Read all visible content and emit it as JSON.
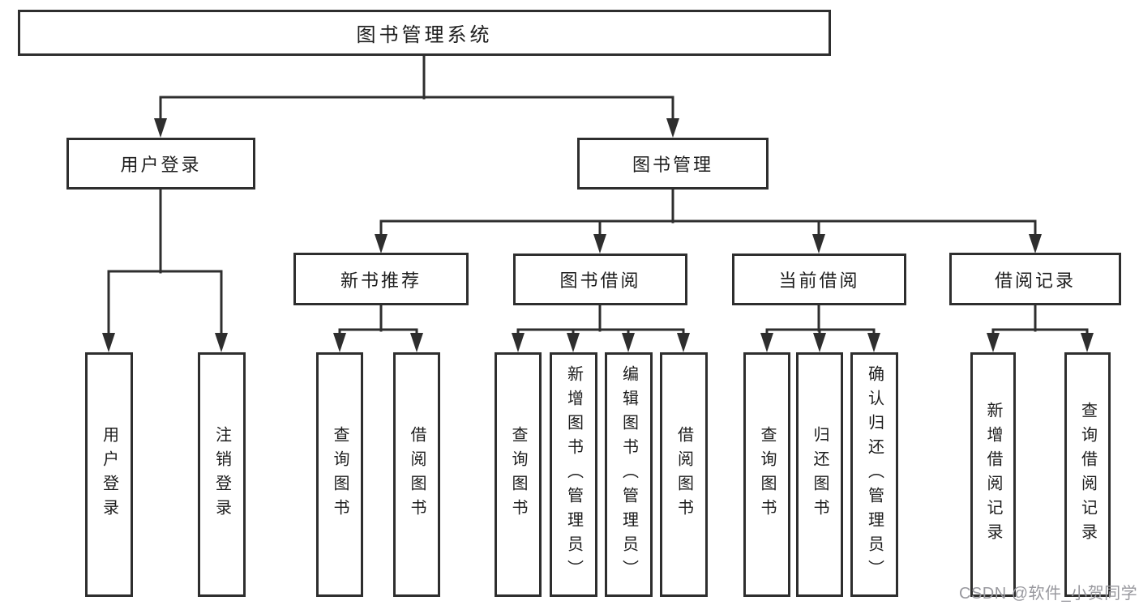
{
  "tree": {
    "label": "图书管理系统",
    "children": [
      {
        "label": "用户登录",
        "children": [
          {
            "label": "用户登录"
          },
          {
            "label": "注销登录"
          }
        ]
      },
      {
        "label": "图书管理",
        "children": [
          {
            "label": "新书推荐",
            "children": [
              {
                "label": "查询图书"
              },
              {
                "label": "借阅图书"
              }
            ]
          },
          {
            "label": "图书借阅",
            "children": [
              {
                "label": "查询图书"
              },
              {
                "label": "新增图书（管理员）"
              },
              {
                "label": "编辑图书（管理员）"
              },
              {
                "label": "借阅图书"
              }
            ]
          },
          {
            "label": "当前借阅",
            "children": [
              {
                "label": "查询图书"
              },
              {
                "label": "归还图书"
              },
              {
                "label": "确认归还（管理员）"
              }
            ]
          },
          {
            "label": "借阅记录",
            "children": [
              {
                "label": "新增借阅记录"
              },
              {
                "label": "查询借阅记录"
              }
            ]
          }
        ]
      }
    ]
  },
  "watermark": {
    "text": "CSDN @软件_小贺同学",
    "color": "#98989e"
  },
  "colors": {
    "line": "#2e2e2e",
    "text": "#1d1d1d",
    "background": "#ffffff"
  }
}
